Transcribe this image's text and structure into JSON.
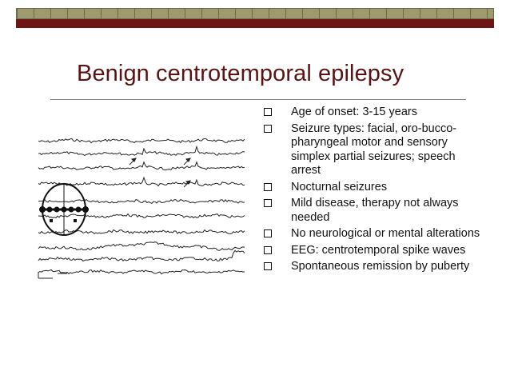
{
  "slide": {
    "title": "Benign centrotemporal epilepsy",
    "bullets": [
      "Age of onset: 3-15 years",
      "Seizure types: facial, oro-bucco-pharyngeal motor and sensory simplex partial seizures; speech arrest",
      "Nocturnal seizures",
      "Mild disease, therapy not always needed",
      "No neurological or mental alterations",
      "EEG: centrotemporal spike waves",
      "Spontaneous remission by puberty"
    ]
  },
  "colors": {
    "title": "#5b1212",
    "red_bar": "#6e1414",
    "olive_bar": "#9c9a6e"
  },
  "icons": {
    "bullet": "square-bullet-icon",
    "figure": "eeg-trace-figure"
  }
}
